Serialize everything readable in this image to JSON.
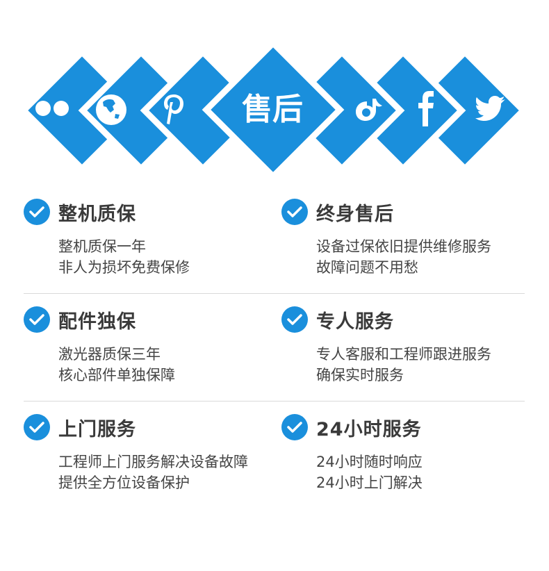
{
  "banner": {
    "color": "#1a8fdc",
    "center_title": "售后",
    "left_icons": [
      "flickr-icon",
      "globe-icon",
      "pinterest-icon"
    ],
    "right_icons": [
      "rdio-icon",
      "facebook-icon",
      "twitter-icon"
    ]
  },
  "features": [
    {
      "title": "整机质保",
      "lines": [
        "整机质保一年",
        "非人为损坏免费保修"
      ]
    },
    {
      "title": "终身售后",
      "lines": [
        "设备过保依旧提供维修服务",
        "故障问题不用愁"
      ]
    },
    {
      "title": "配件独保",
      "lines": [
        "激光器质保三年",
        "核心部件单独保障"
      ]
    },
    {
      "title": "专人服务",
      "lines": [
        "专人客服和工程师跟进服务",
        "确保实时服务"
      ]
    },
    {
      "title": "上门服务",
      "lines": [
        "工程师上门服务解决设备故障",
        "提供全方位设备保护"
      ]
    },
    {
      "title": "24小时服务",
      "lines": [
        "24小时随时响应",
        "24小时上门解决"
      ]
    }
  ]
}
